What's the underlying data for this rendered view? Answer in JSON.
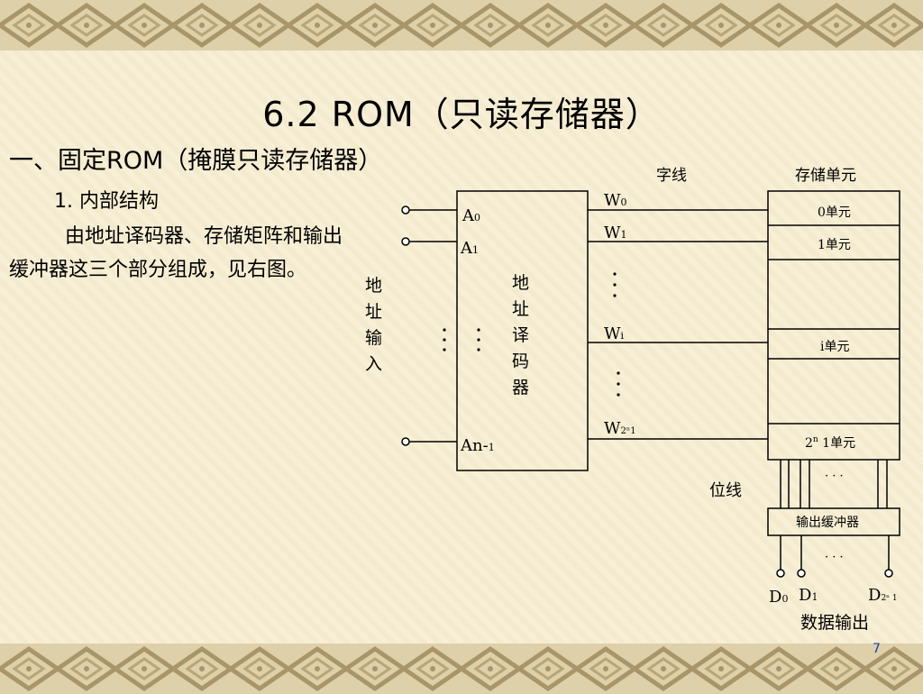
{
  "title": "6.2  ROM（只读存储器）",
  "section_heading": {
    "prefix": "一、固定",
    "en": "ROM",
    "suffix": "（掩膜只读存储器）"
  },
  "subsection": {
    "number": "1.",
    "text": " 内部结构"
  },
  "paragraph": "由地址译码器、存储矩阵和输出缓冲器这三个部分组成，见右图。",
  "diagram": {
    "address_input_label": [
      "地",
      "址",
      "输",
      "入"
    ],
    "decoder_label": [
      "地",
      "址",
      "译",
      "码",
      "器"
    ],
    "inputs": {
      "a0": "A",
      "a0_sub": "0",
      "a1": "A",
      "a1_sub": "1",
      "an": "An-",
      "an_sub": "1"
    },
    "word_line_label": "字线",
    "word_lines": {
      "w0": "W",
      "w0_sub": "0",
      "w1": "W",
      "w1_sub": "1",
      "wi": "W",
      "wi_sub": "i",
      "wn": "W",
      "wn_sub": "2ⁿ1"
    },
    "storage_label": "存储单元",
    "cells": {
      "c0": "0单元",
      "c1": "1单元",
      "ci": "i单元",
      "cn_pre": "2",
      "cn_sup": "n",
      "cn_post": " 1单元"
    },
    "bit_line_label": "位线",
    "buffer_label": "输出缓冲器",
    "ellipsis": "· · ·",
    "outputs": {
      "d0": "D",
      "d0_sub": "0",
      "d1": "D",
      "d1_sub": "1",
      "dn": "D",
      "dn_sub": "2ⁿ 1"
    },
    "data_output_label": "数据输出"
  },
  "page_number": "7",
  "colors": {
    "background": "#f6eed3",
    "band": "#ded0a8",
    "pattern": "#9c8a5e"
  }
}
